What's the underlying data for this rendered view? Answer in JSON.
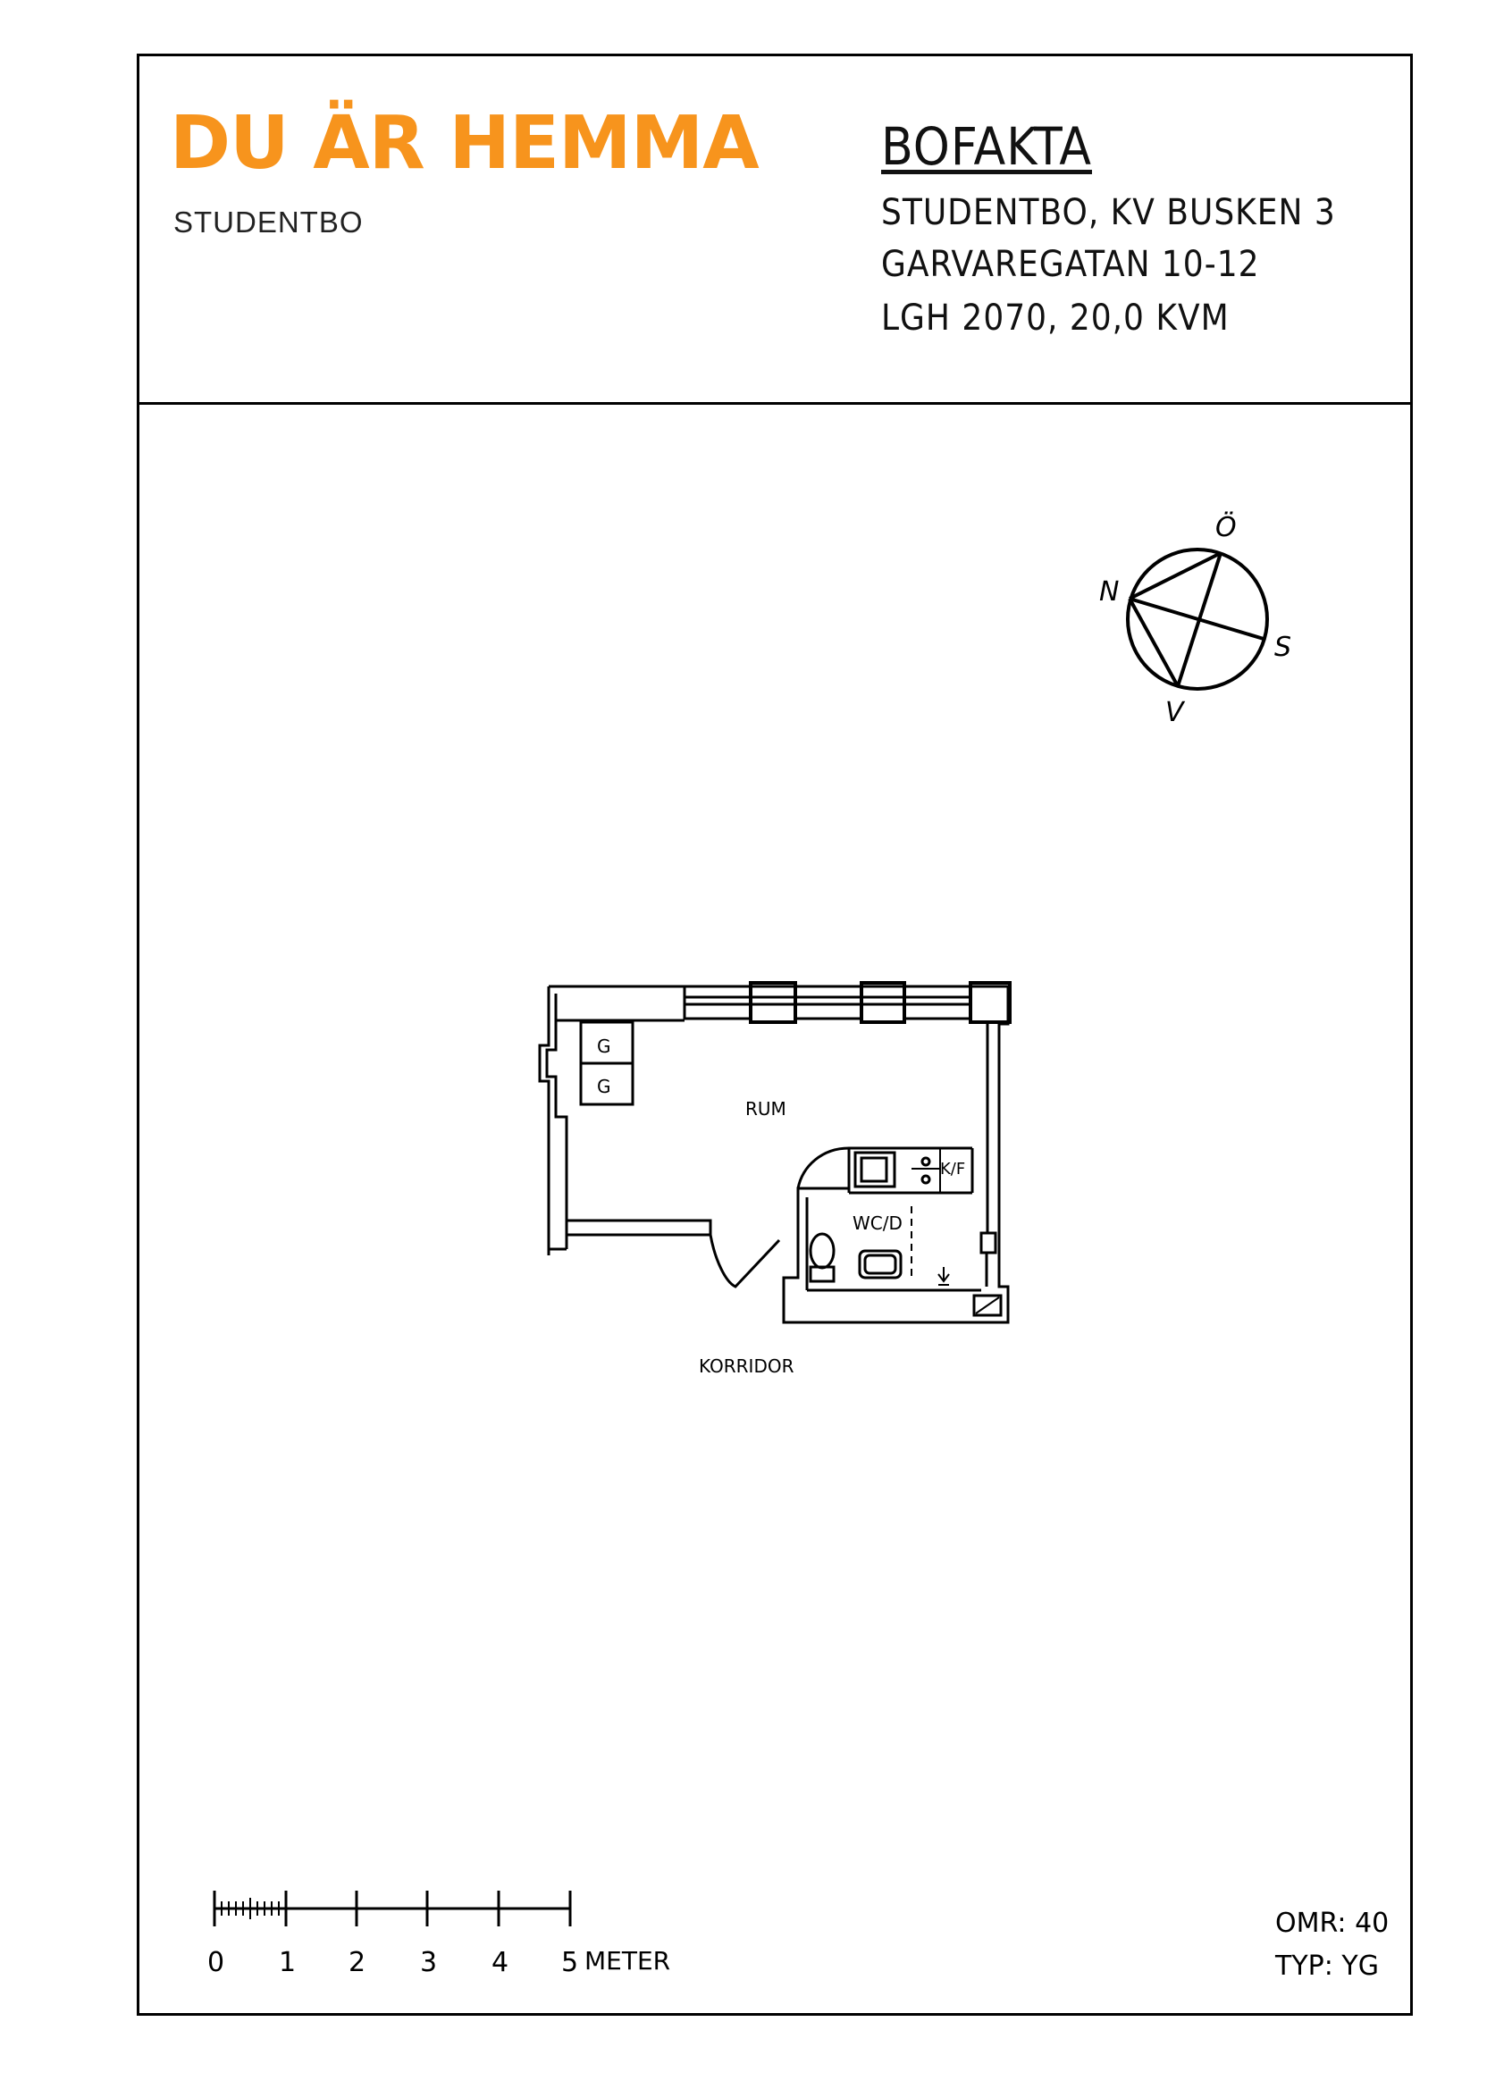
{
  "header": {
    "brand_title": "DU ÄR HEMMA",
    "brand_subtitle": "STUDENTBO",
    "brand_color": "#f7941d"
  },
  "bofakta": {
    "title": "BOFAKTA",
    "line1": "STUDENTBO, KV BUSKEN 3",
    "line2": "GARVAREGATAN 10-12",
    "line3": "LGH 2070, 20,0 KVM"
  },
  "compass": {
    "north": "N",
    "east": "Ö",
    "south": "S",
    "west": "V"
  },
  "floor_plan": {
    "room": "RUM",
    "kitchen": "K/F",
    "bathroom": "WC/D",
    "corridor": "KORRIDOR",
    "wardrobe_1": "G",
    "wardrobe_2": "G"
  },
  "scale": {
    "ticks": [
      "0",
      "1",
      "2",
      "3",
      "4",
      "5"
    ],
    "unit": "METER"
  },
  "meta": {
    "omr": "OMR: 40",
    "typ": "TYP: YG"
  }
}
